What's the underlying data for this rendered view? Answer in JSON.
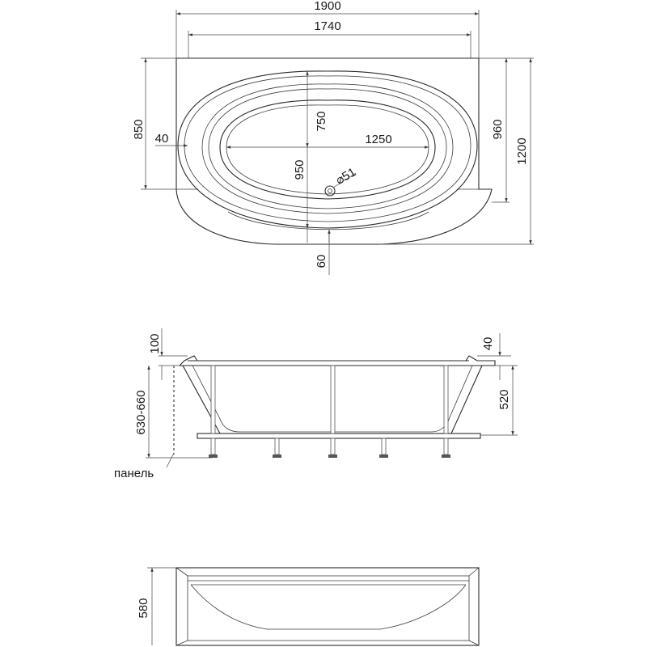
{
  "top_view": {
    "dims": {
      "outer_width": "1900",
      "inner_width": "1740",
      "depth_left": "850",
      "rim_left": "40",
      "bowl_length_half": "750",
      "bowl_length": "1250",
      "bowl_width": "950",
      "drain": "⌀51",
      "right_depth": "960",
      "overall_depth": "1200",
      "front_offset": "60"
    }
  },
  "side_view": {
    "dims": {
      "rim_height": "100",
      "total_height": "630-660",
      "rim_right": "40",
      "tub_depth": "520"
    },
    "panel_label": "панель"
  },
  "front_view": {
    "dims": {
      "panel_height": "580"
    }
  }
}
